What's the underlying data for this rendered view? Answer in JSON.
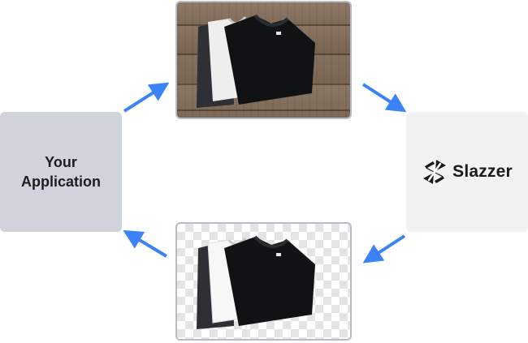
{
  "application": {
    "line1": "Your",
    "line2": "Application"
  },
  "service": {
    "logo_icon": "slazzer-logo-icon",
    "name": "Slazzer"
  },
  "images": {
    "input": "t-shirts-on-wooden-table-photo",
    "output": "t-shirts-on-transparent-background-photo"
  },
  "colors": {
    "arrow": "#3b82f6",
    "app_box": "#d0d2dc",
    "service_box": "#f2f2f2",
    "photo_border": "#b9bcc6"
  }
}
